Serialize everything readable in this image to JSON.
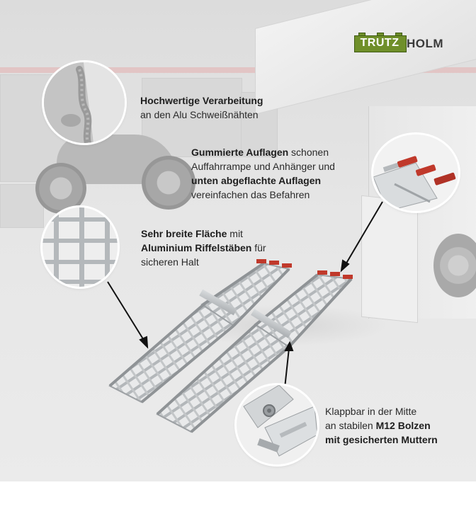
{
  "brand": {
    "part_a": "TRUTZ",
    "part_b": "HOLM",
    "icon": "castle-battlement-logo"
  },
  "features": {
    "welds": {
      "line1_bold": "Hochwertige Verarbeitung",
      "line2": "an den Alu Schweißnähten"
    },
    "rubber": {
      "line1_bold": "Gummierte Auflagen",
      "line1_rest": " schonen",
      "line2": "Auffahrrampe und Anhänger und",
      "line3_bold": "unten abgeflachte Auflagen",
      "line4": "vereinfachen das Befahren"
    },
    "surface": {
      "line1_bold": "Sehr breite Fläche",
      "line1_rest": " mit",
      "line2_bold": "Aluminium Riffelstäben",
      "line2_rest": " für",
      "line3": "sicheren Halt"
    },
    "fold": {
      "line1": "Klappbar in der Mitte",
      "line2_start": "an stabilen ",
      "line2_bold": "M12 Bolzen",
      "line3_bold": "mit gesicherten Muttern"
    }
  },
  "colors": {
    "rubber_pad": "#c0392b",
    "aluminium": "#b8bcbf",
    "logo_green": "#6f8f2a"
  }
}
